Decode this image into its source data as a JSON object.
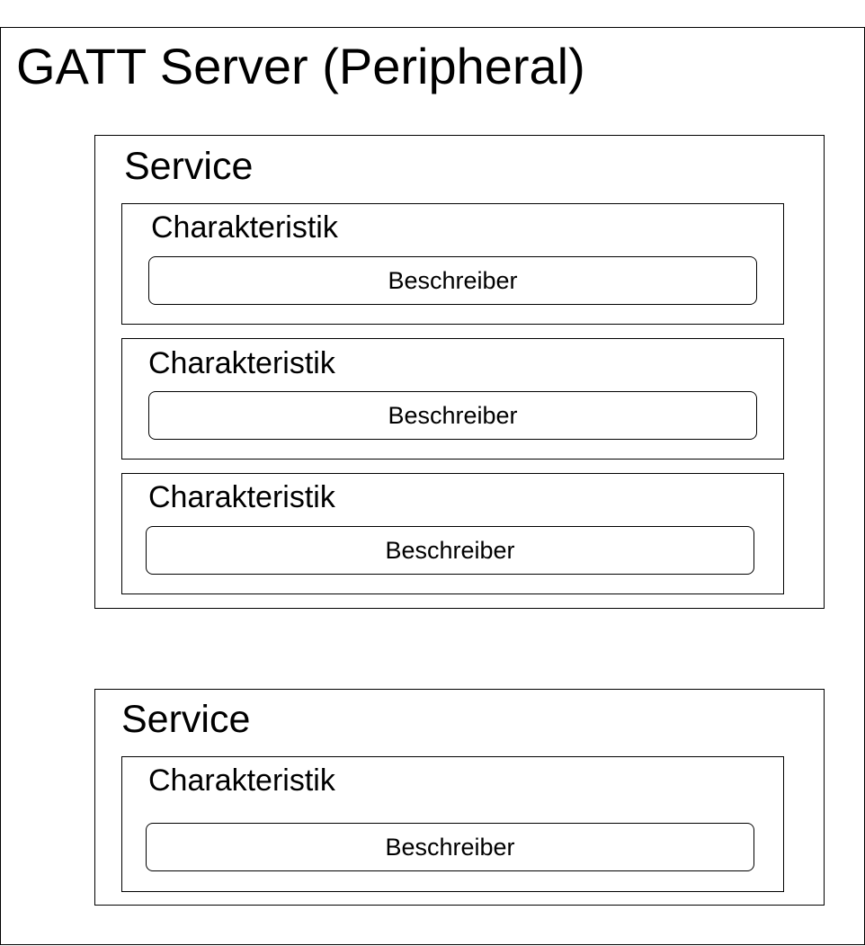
{
  "server": {
    "title": "GATT Server (Peripheral)"
  },
  "services": [
    {
      "title": "Service",
      "characteristics": [
        {
          "title": "Charakteristik",
          "descriptor": "Beschreiber"
        },
        {
          "title": "Charakteristik",
          "descriptor": "Beschreiber"
        },
        {
          "title": "Charakteristik",
          "descriptor": "Beschreiber"
        }
      ]
    },
    {
      "title": "Service",
      "characteristics": [
        {
          "title": "Charakteristik",
          "descriptor": "Beschreiber"
        }
      ]
    }
  ]
}
